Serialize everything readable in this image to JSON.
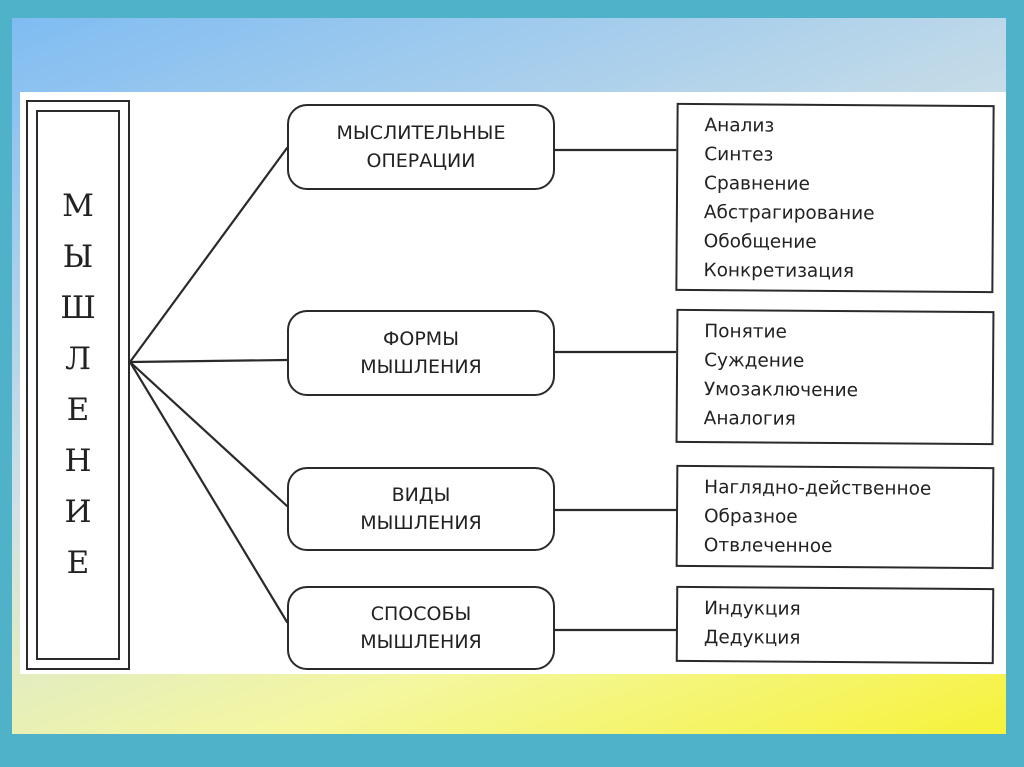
{
  "root": {
    "letters": [
      "М",
      "Ы",
      "Ш",
      "Л",
      "Е",
      "Н",
      "И",
      "Е"
    ]
  },
  "categories": [
    {
      "line1": "МЫСЛИТЕЛЬНЫЕ",
      "line2": "ОПЕРАЦИИ",
      "items": [
        "Анализ",
        "Синтез",
        "Сравнение",
        "Абстрагирование",
        "Обобщение",
        "Конкретизация"
      ]
    },
    {
      "line1": "ФОРМЫ",
      "line2": "МЫШЛЕНИЯ",
      "items": [
        "Понятие",
        "Суждение",
        "Умозаключение",
        "Аналогия"
      ]
    },
    {
      "line1": "ВИДЫ",
      "line2": "МЫШЛЕНИЯ",
      "items": [
        "Наглядно-действенное",
        "Образное",
        "Отвлеченное"
      ]
    },
    {
      "line1": "СПОСОБЫ",
      "line2": "МЫШЛЕНИЯ",
      "items": [
        "Индукция",
        "Дедукция"
      ]
    }
  ],
  "colors": {
    "frame": "#4fb2c8",
    "line": "#2a2a2a",
    "paper": "#ffffff"
  }
}
